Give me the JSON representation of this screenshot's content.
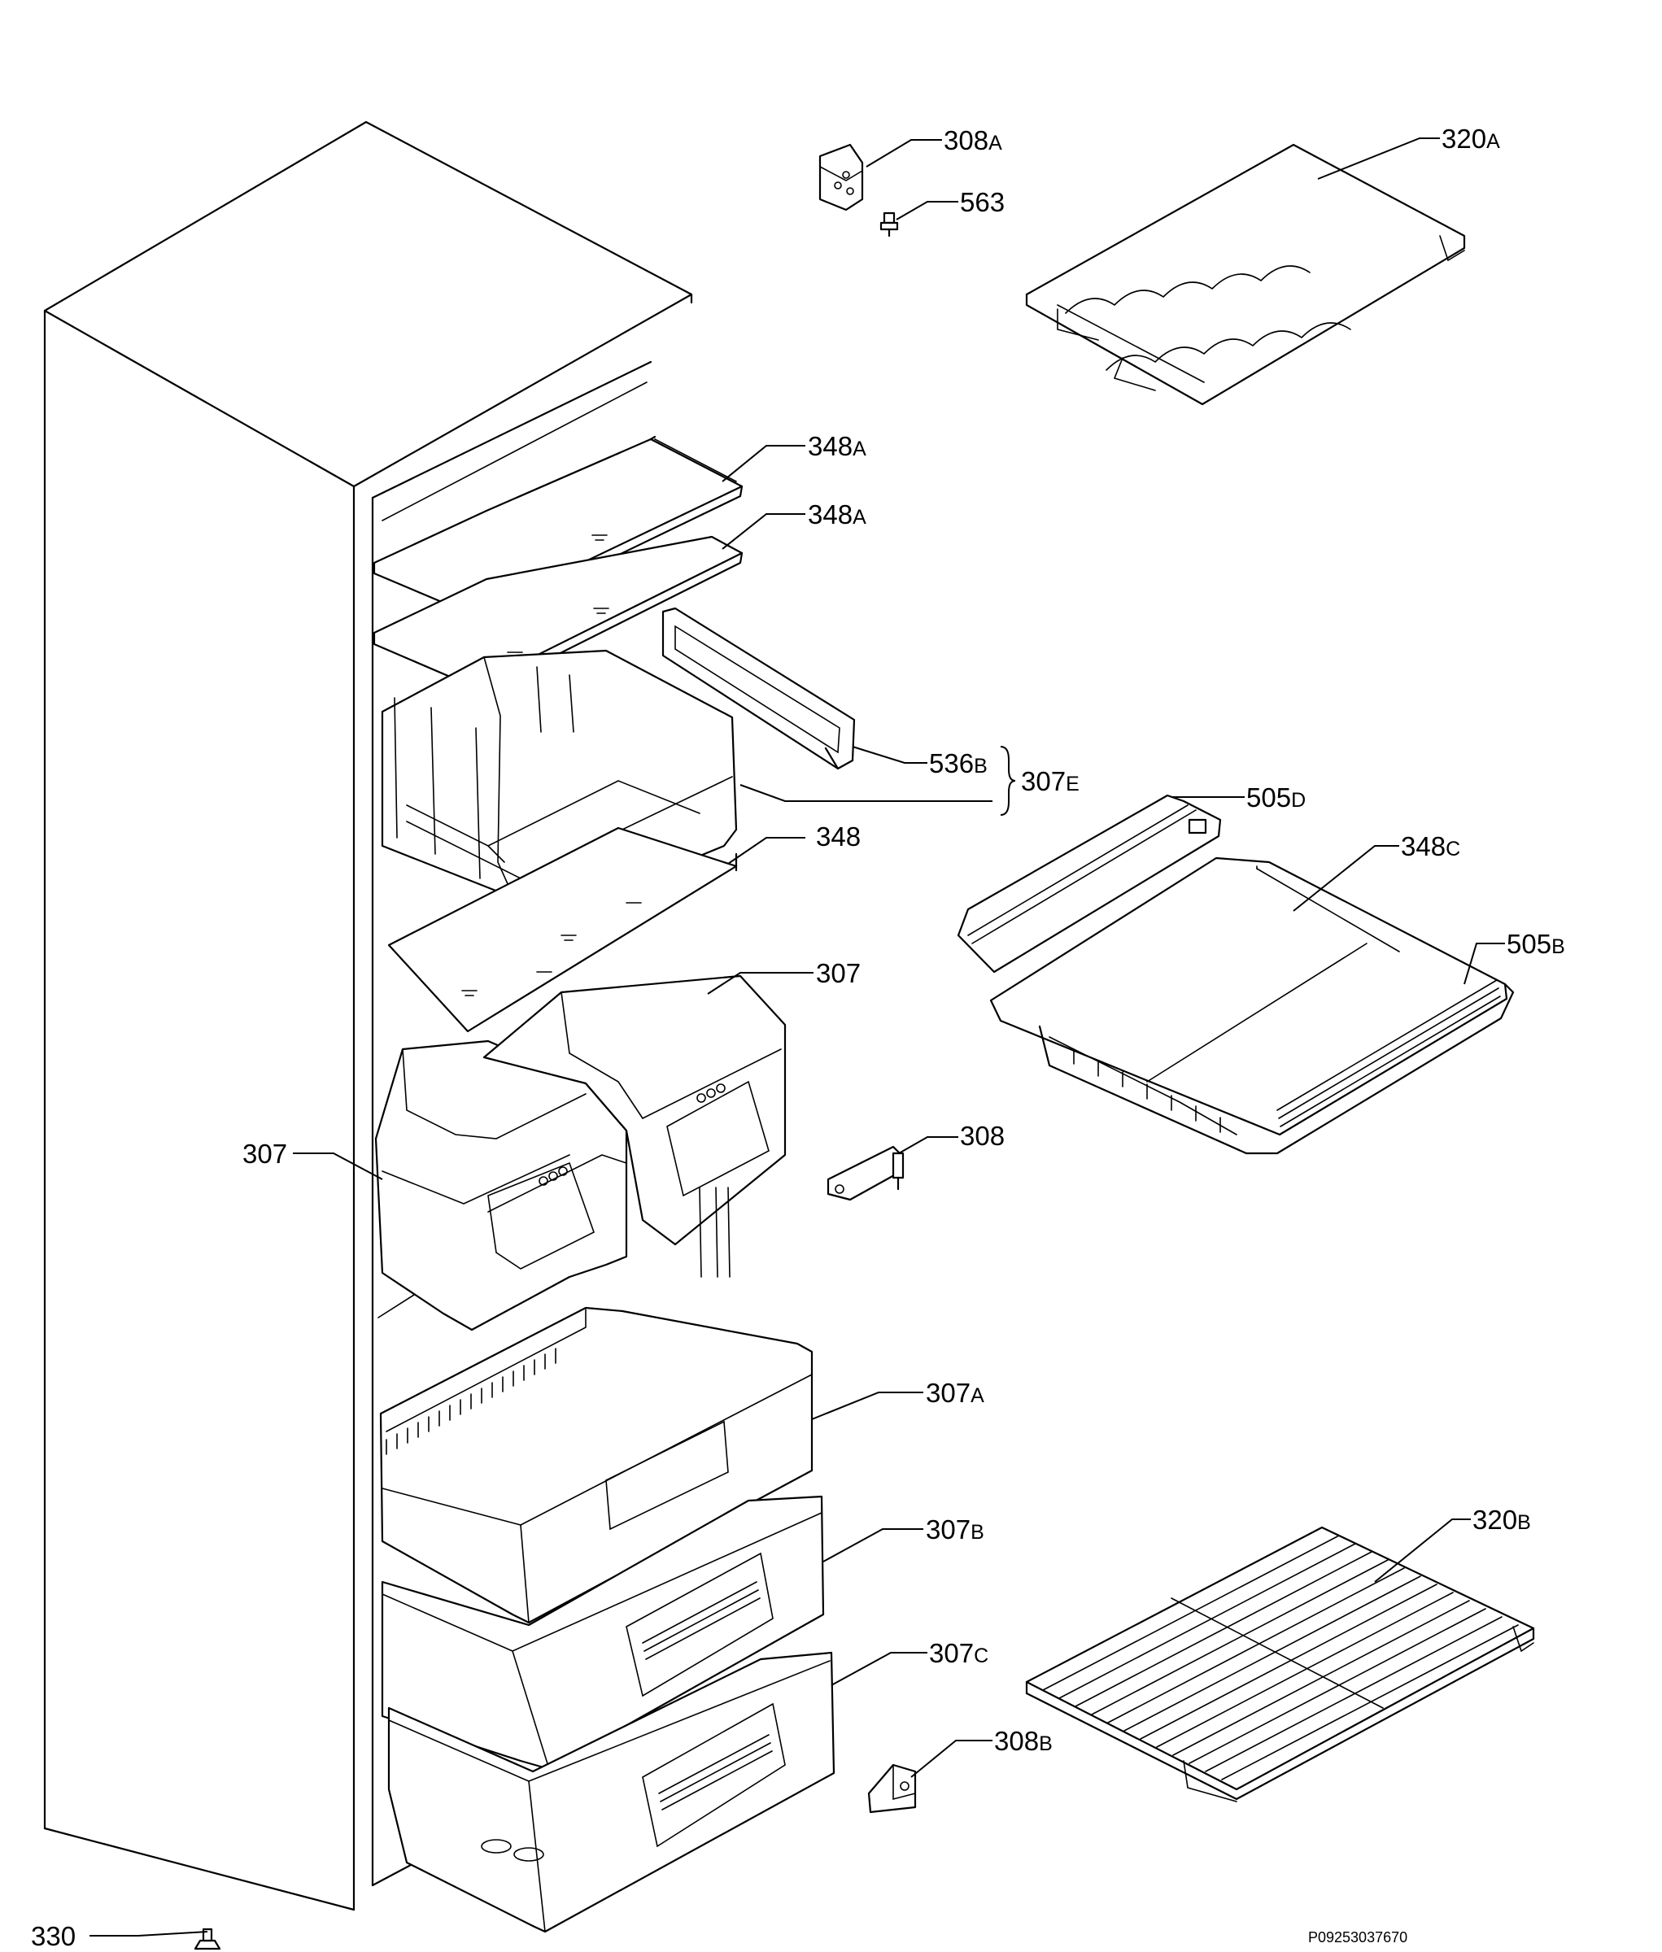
{
  "callouts": [
    {
      "id": "c308a",
      "num": "308",
      "suffix": "A"
    },
    {
      "id": "c563",
      "num": "563",
      "suffix": ""
    },
    {
      "id": "c320a",
      "num": "320",
      "suffix": "A"
    },
    {
      "id": "c348a1",
      "num": "348",
      "suffix": "A"
    },
    {
      "id": "c348a2",
      "num": "348",
      "suffix": "A"
    },
    {
      "id": "c536b",
      "num": "536",
      "suffix": "B"
    },
    {
      "id": "c307e",
      "num": "307",
      "suffix": "E"
    },
    {
      "id": "c348",
      "num": "348",
      "suffix": ""
    },
    {
      "id": "c505d",
      "num": "505",
      "suffix": "D"
    },
    {
      "id": "c348c",
      "num": "348",
      "suffix": "C"
    },
    {
      "id": "c505b",
      "num": "505",
      "suffix": "B"
    },
    {
      "id": "c307r",
      "num": "307",
      "suffix": ""
    },
    {
      "id": "c307l",
      "num": "307",
      "suffix": ""
    },
    {
      "id": "c308",
      "num": "308",
      "suffix": ""
    },
    {
      "id": "c307a",
      "num": "307",
      "suffix": "A"
    },
    {
      "id": "c307b",
      "num": "307",
      "suffix": "B"
    },
    {
      "id": "c320b",
      "num": "320",
      "suffix": "B"
    },
    {
      "id": "c307c",
      "num": "307",
      "suffix": "C"
    },
    {
      "id": "c308b",
      "num": "308",
      "suffix": "B"
    },
    {
      "id": "c330",
      "num": "330",
      "suffix": ""
    }
  ],
  "drawing_ref": "P09253037670"
}
